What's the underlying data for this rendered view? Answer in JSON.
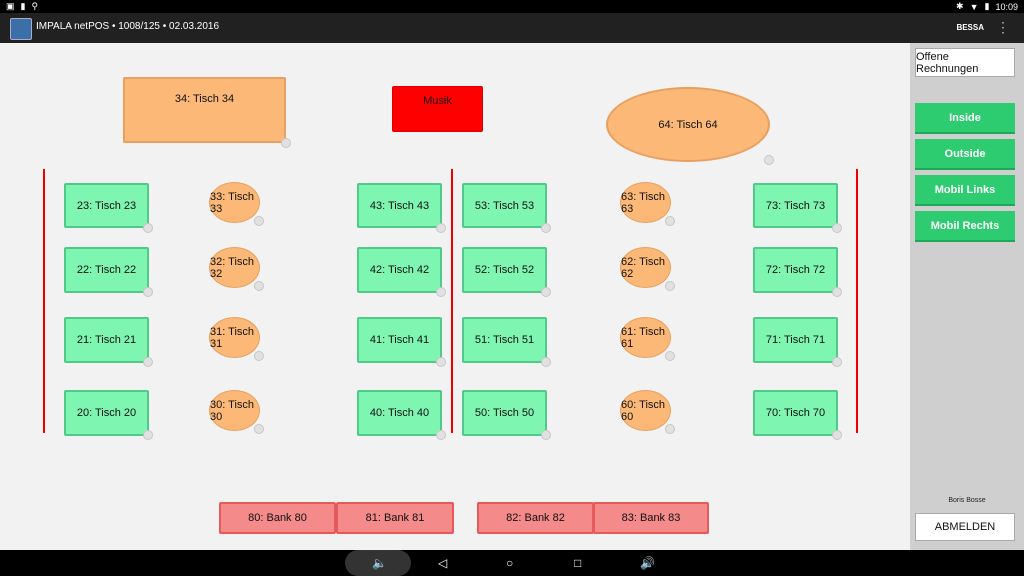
{
  "status": {
    "time": "10:09"
  },
  "app": {
    "title": "IMPALA netPOS • 1008/125 • 02.03.2016",
    "user": "BESSA"
  },
  "tables": {
    "t34": "34: Tisch 34",
    "musik": "Musik",
    "t64": "64: Tisch 64",
    "t23": "23: Tisch 23",
    "t22": "22: Tisch 22",
    "t21": "21: Tisch 21",
    "t20": "20: Tisch 20",
    "t33": "33: Tisch 33",
    "t32": "32: Tisch 32",
    "t31": "31: Tisch 31",
    "t30": "30: Tisch 30",
    "t43": "43: Tisch 43",
    "t42": "42: Tisch 42",
    "t41": "41: Tisch 41",
    "t40": "40: Tisch 40",
    "t53": "53: Tisch 53",
    "t52": "52: Tisch 52",
    "t51": "51: Tisch 51",
    "t50": "50: Tisch 50",
    "t63": "63: Tisch 63",
    "t62": "62: Tisch 62",
    "t61": "61: Tisch 61",
    "t60": "60: Tisch 60",
    "t73": "73: Tisch 73",
    "t72": "72: Tisch 72",
    "t71": "71: Tisch 71",
    "t70": "70: Tisch 70",
    "b80": "80: Bank 80",
    "b81": "81: Bank 81",
    "b82": "82: Bank 82",
    "b83": "83: Bank 83"
  },
  "sidebar": {
    "open_bills": "Offene Rechnungen",
    "inside": "Inside",
    "outside": "Outside",
    "mobil_links": "Mobil Links",
    "mobil_rechts": "Mobil Rechts",
    "waiter": "Boris Bosse",
    "logout": "ABMELDEN"
  },
  "colors": {
    "rect_table": "#7ff5b2",
    "round_table": "#fbb877",
    "bank": "#f48a8a",
    "musik": "#ff0000",
    "sidebar_button": "#2ecc71"
  }
}
